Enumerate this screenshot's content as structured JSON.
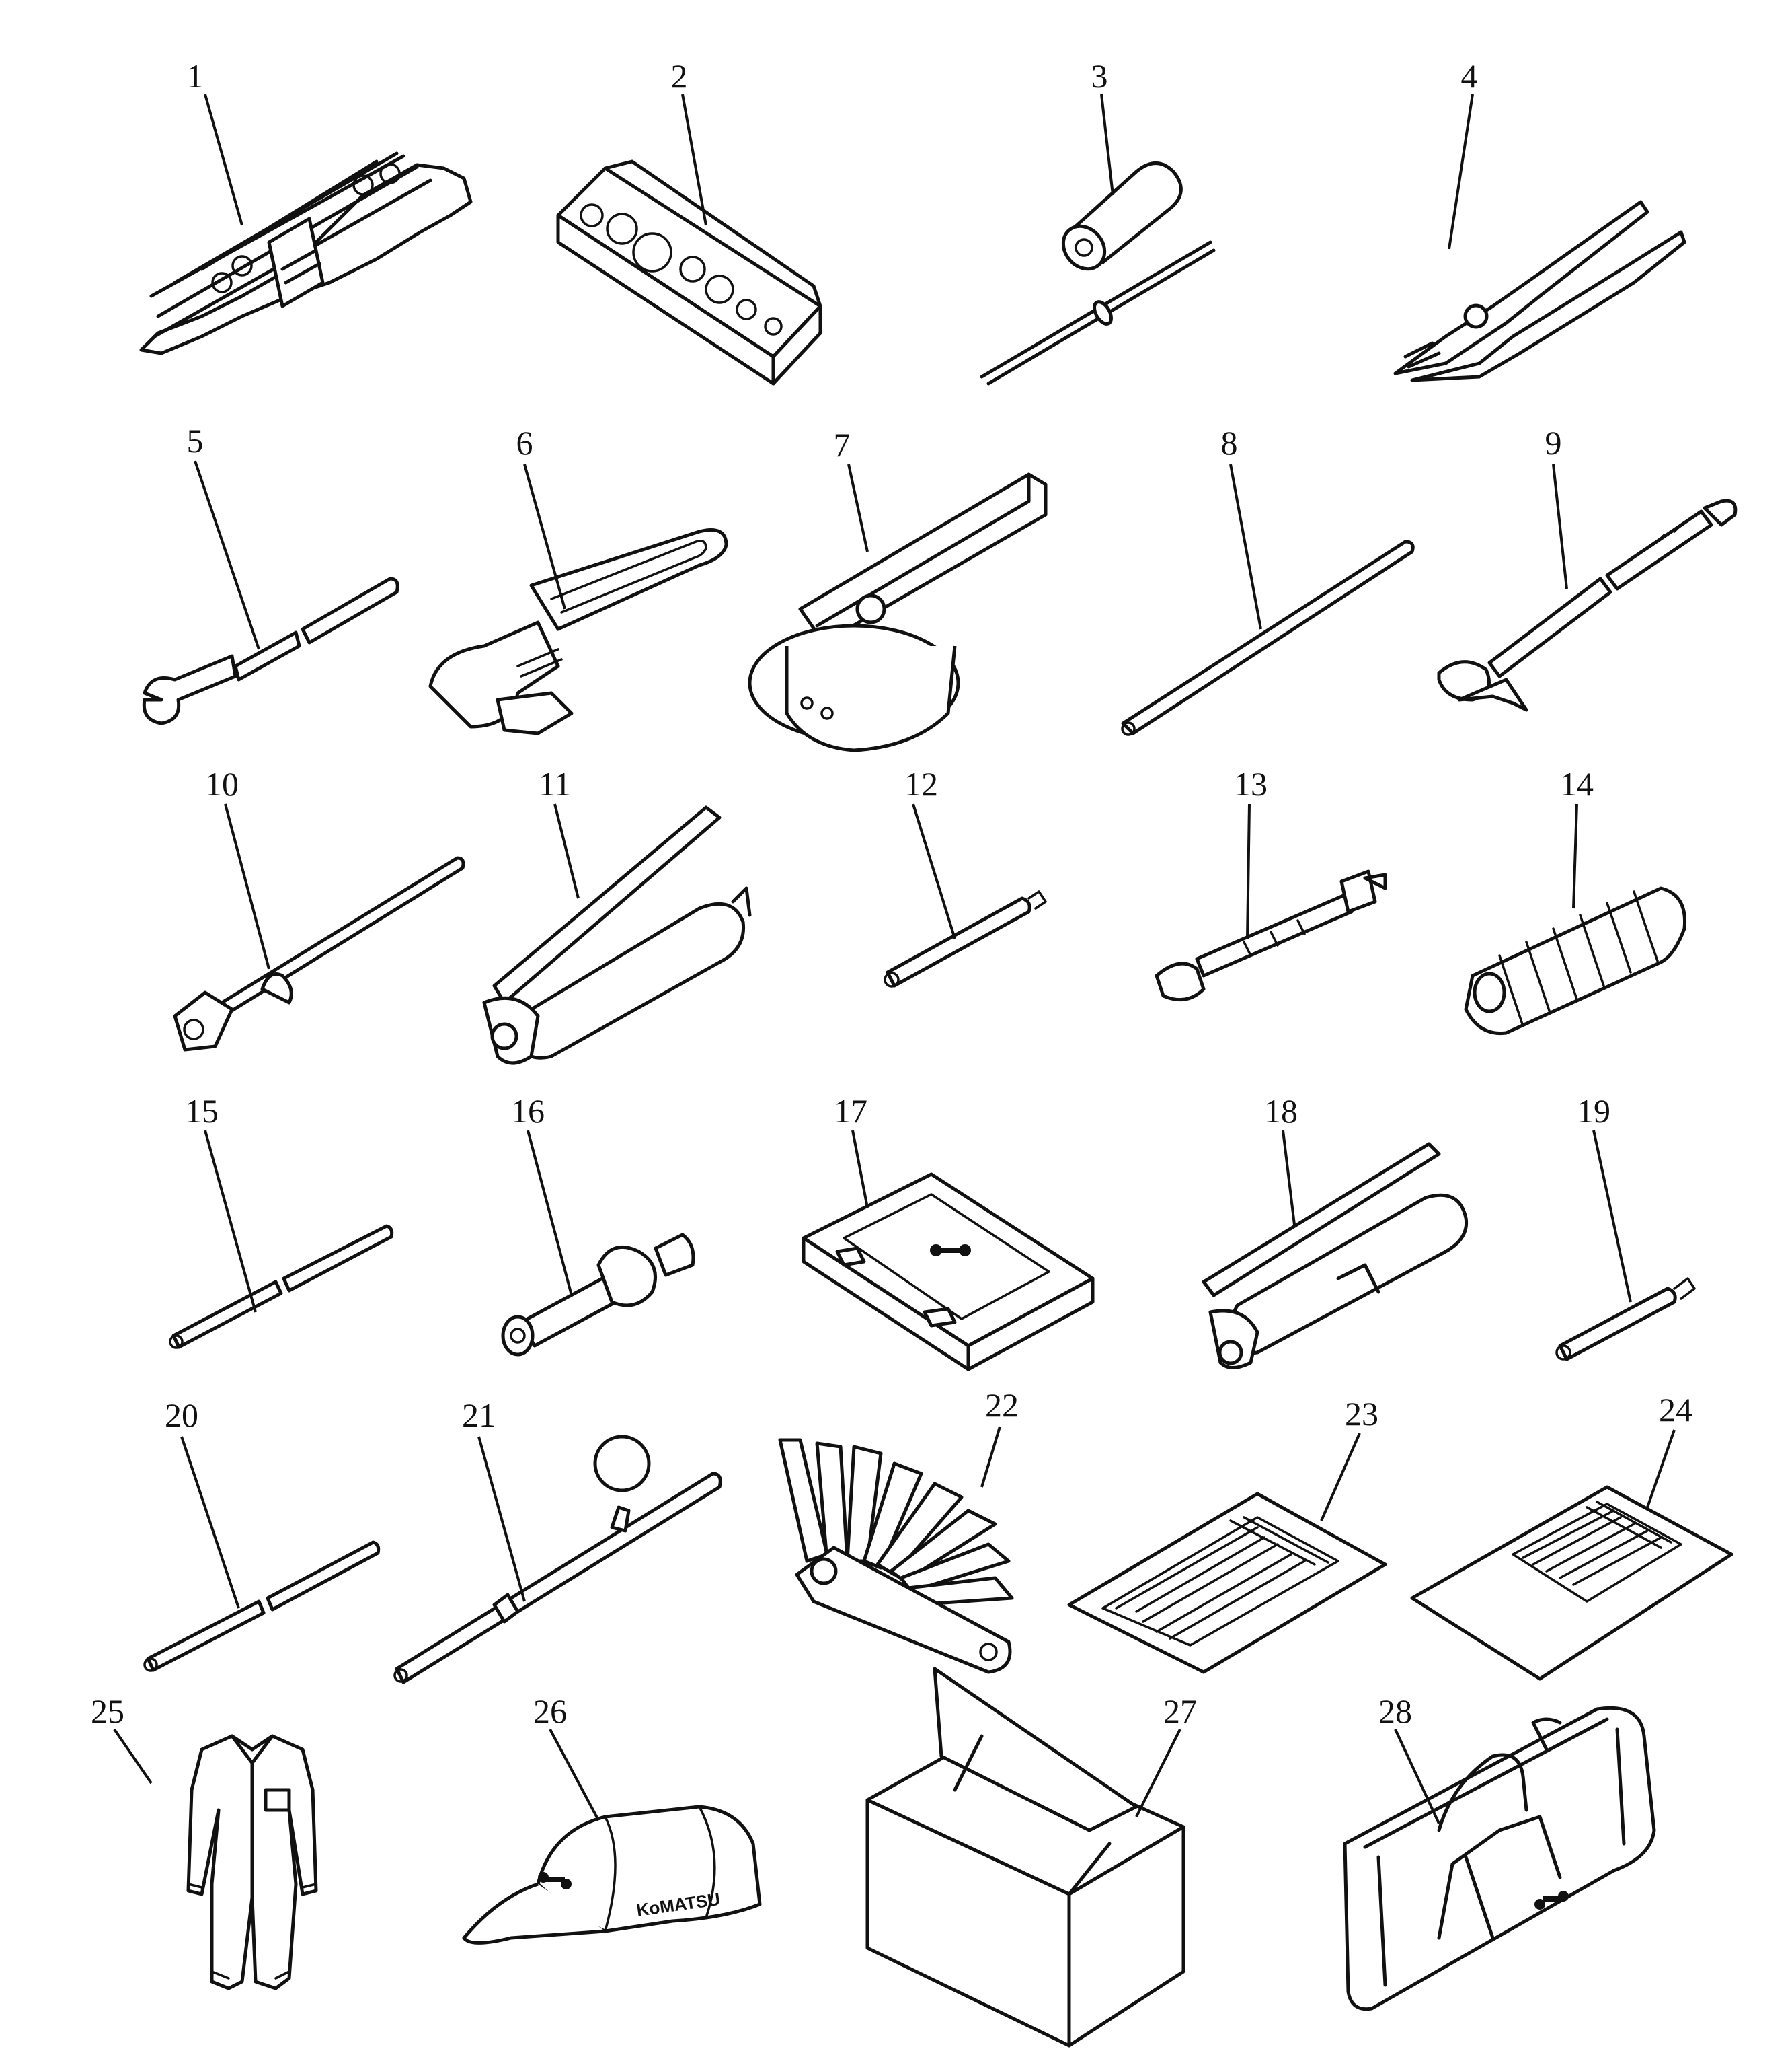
{
  "items": [
    {
      "no": "1"
    },
    {
      "no": "2"
    },
    {
      "no": "3"
    },
    {
      "no": "4"
    },
    {
      "no": "5"
    },
    {
      "no": "6"
    },
    {
      "no": "7"
    },
    {
      "no": "8"
    },
    {
      "no": "9"
    },
    {
      "no": "10"
    },
    {
      "no": "11"
    },
    {
      "no": "12"
    },
    {
      "no": "13"
    },
    {
      "no": "14"
    },
    {
      "no": "15"
    },
    {
      "no": "16"
    },
    {
      "no": "17"
    },
    {
      "no": "18"
    },
    {
      "no": "19"
    },
    {
      "no": "20"
    },
    {
      "no": "21"
    },
    {
      "no": "22"
    },
    {
      "no": "23"
    },
    {
      "no": "24"
    },
    {
      "no": "25"
    },
    {
      "no": "26"
    },
    {
      "no": "27"
    },
    {
      "no": "28"
    }
  ],
  "cap_lettering": "KoMATSU",
  "icons": {
    "1": "wrench-set-icon",
    "2": "socket-set-case-icon",
    "3": "screwdriver-icon",
    "4": "pliers-icon",
    "5": "spanner-icon",
    "6": "adjustable-wrench-icon",
    "7": "filter-wrench-icon",
    "8": "bar-icon",
    "9": "hammer-tool-icon",
    "10": "socket-handle-icon",
    "11": "grease-gun-icon",
    "12": "grease-nozzle-icon",
    "13": "extension-bar-icon",
    "14": "hose-icon",
    "15": "rod-icon",
    "16": "adapter-icon",
    "17": "tool-case-icon",
    "18": "grease-pump-icon",
    "19": "nozzle-icon",
    "20": "rod-icon",
    "21": "bulb-pump-icon",
    "22": "feeler-gauge-icon",
    "23": "manual-sheet-icon",
    "24": "manual-sheet-icon",
    "25": "coverall-icon",
    "26": "cap-icon",
    "27": "cardboard-box-icon",
    "28": "tool-bag-icon"
  }
}
